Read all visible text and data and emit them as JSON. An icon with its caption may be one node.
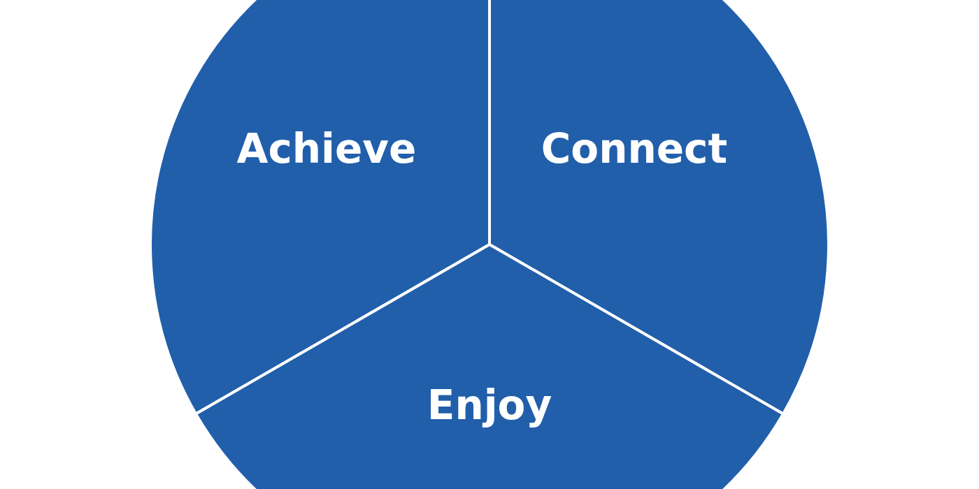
{
  "diagram": {
    "nodes": [
      {
        "text": [
          "Achieve"
        ]
      },
      {
        "text": [
          "Connect"
        ]
      },
      {
        "text": [
          "Enjoy"
        ]
      }
    ]
  }
}
